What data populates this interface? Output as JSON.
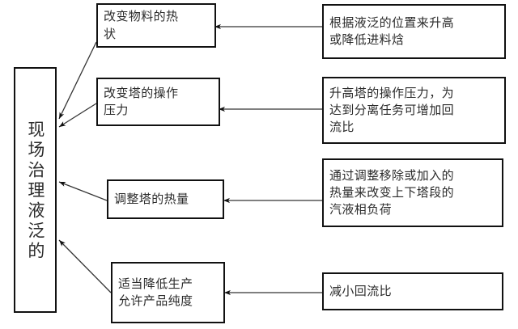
{
  "diagram": {
    "title": "现场治理液泛的",
    "type": "flowchart",
    "background_color": "#ffffff",
    "border_color": "#111111",
    "text_color": "#2b2b2b",
    "root": {
      "label": "现场治理液泛的",
      "orientation": "vertical"
    },
    "measures": [
      {
        "id": "m1",
        "label": "改变物料的热\n状",
        "detail": "根据液泛的位置来升高\n或降低进料焓"
      },
      {
        "id": "m2",
        "label": "改变塔的操作\n压力",
        "detail": "升高塔的操作压力，为\n达到分离任务可增加回\n流比"
      },
      {
        "id": "m3",
        "label": "调整塔的热量",
        "detail": "通过调整移除或加入的\n热量来改变上下塔段的\n汽液相负荷"
      },
      {
        "id": "m4",
        "label": "适当降低生产\n允许产品纯度",
        "detail": "减小回流比"
      }
    ],
    "connectors": [
      {
        "name": "root-from-m1",
        "direction": "right-to-left",
        "style": "arrow"
      },
      {
        "name": "root-from-m2",
        "direction": "right-to-left",
        "style": "arrow"
      },
      {
        "name": "root-from-m3",
        "direction": "right-to-left",
        "style": "arrow"
      },
      {
        "name": "root-from-m4",
        "direction": "right-to-left",
        "style": "arrow"
      },
      {
        "name": "m1-from-r1",
        "direction": "right-to-left",
        "style": "arrow"
      },
      {
        "name": "m2-from-r2",
        "direction": "right-to-left",
        "style": "arrow"
      },
      {
        "name": "m3-from-r3",
        "direction": "right-to-left",
        "style": "arrow"
      },
      {
        "name": "m4-from-r4",
        "direction": "right-to-left",
        "style": "arrow"
      }
    ]
  }
}
